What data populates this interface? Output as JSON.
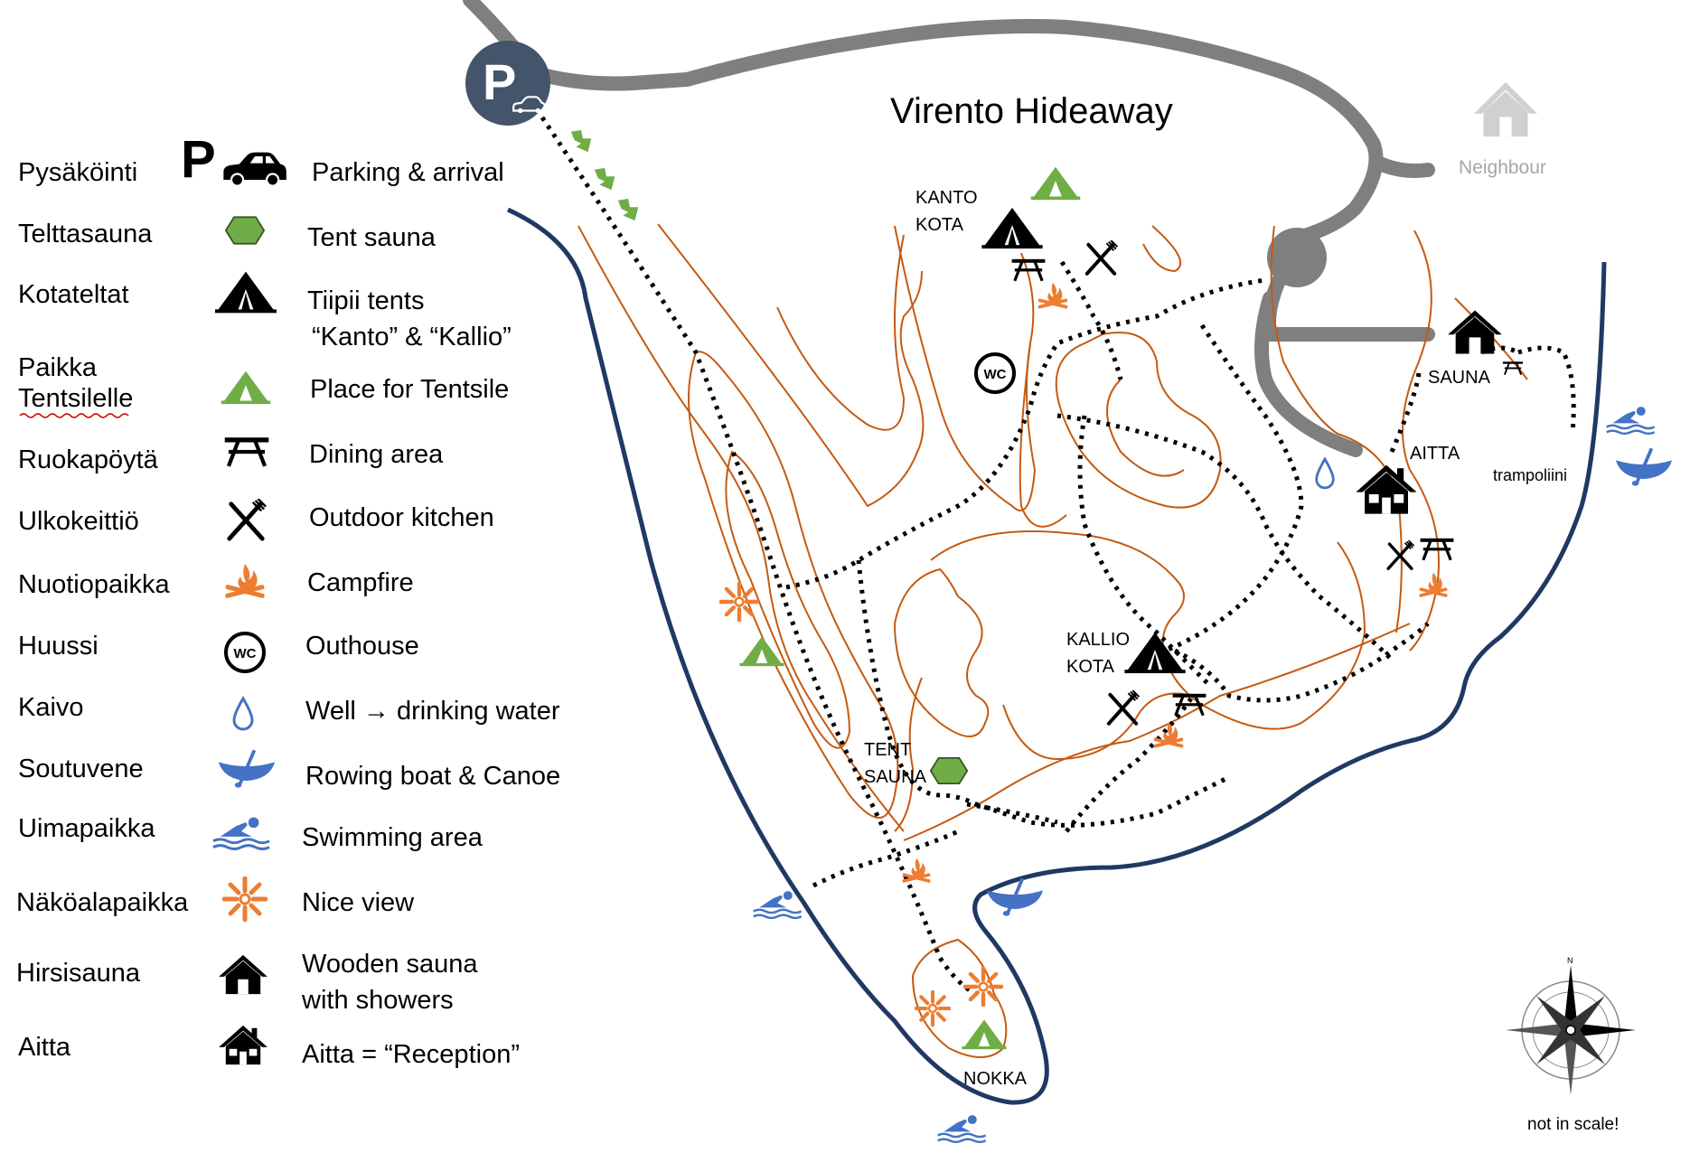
{
  "title": "Virento Hideaway",
  "neighbour_label": "Neighbour",
  "note": "not in scale!",
  "legend": [
    {
      "fi": "Pysäköinti",
      "en": [
        "Parking & arrival"
      ],
      "icon": "parking-car-icon"
    },
    {
      "fi": "Telttasauna",
      "en": [
        "Tent sauna"
      ],
      "icon": "hexagon-icon"
    },
    {
      "fi": "Kotateltat",
      "en": [
        "Tiipii tents",
        "“Kanto” & “Kallio”"
      ],
      "icon": "tipi-tent-icon"
    },
    {
      "fi": "Paikka Tentsilelle",
      "fi_lines": [
        "Paikka",
        "Tentsilelle"
      ],
      "en": [
        "Place for Tentsile"
      ],
      "icon": "green-tent-icon"
    },
    {
      "fi": "Ruokapöytä",
      "en": [
        "Dining area"
      ],
      "icon": "picnic-table-icon"
    },
    {
      "fi": "Ulkokeittiö",
      "en": [
        "Outdoor kitchen"
      ],
      "icon": "fork-knife-icon"
    },
    {
      "fi": "Nuotiopaikka",
      "en": [
        "Campfire"
      ],
      "icon": "campfire-icon"
    },
    {
      "fi": "Huussi",
      "en": [
        "Outhouse"
      ],
      "icon": "wc-icon"
    },
    {
      "fi": "Kaivo",
      "en": [
        "Well → drinking water"
      ],
      "icon": "water-drop-icon"
    },
    {
      "fi": "Soutuvene",
      "en": [
        "Rowing boat & Canoe"
      ],
      "icon": "canoe-icon"
    },
    {
      "fi": "Uimapaikka",
      "en": [
        "Swimming area"
      ],
      "icon": "swimmer-icon"
    },
    {
      "fi": "Näköalapaikka",
      "en": [
        "Nice view"
      ],
      "icon": "nice-view-icon"
    },
    {
      "fi": "Hirsisauna",
      "en": [
        "Wooden sauna",
        "with showers"
      ],
      "icon": "house-icon"
    },
    {
      "fi": "Aitta",
      "en": [
        "Aitta = “Reception”"
      ],
      "icon": "cabin-icon"
    }
  ],
  "map_labels": {
    "kanto": [
      "KANTO",
      "KOTA"
    ],
    "kallio": [
      "KALLIO",
      "KOTA"
    ],
    "tent_sauna": [
      "TENT",
      "SAUNA"
    ],
    "sauna": "SAUNA",
    "aitta": "AITTA",
    "trampoliini": "trampoliini",
    "nokka": "NOKKA",
    "wc": "WC",
    "parking": "P",
    "compass_n": "N"
  },
  "colors": {
    "road": "#7f7f7f",
    "shore": "#203864",
    "contour": "#c55a11",
    "tent_green": "#70ad47",
    "campfire_orange": "#ed7d31",
    "water_blue": "#4472c4",
    "parking_bg": "#44546a"
  }
}
